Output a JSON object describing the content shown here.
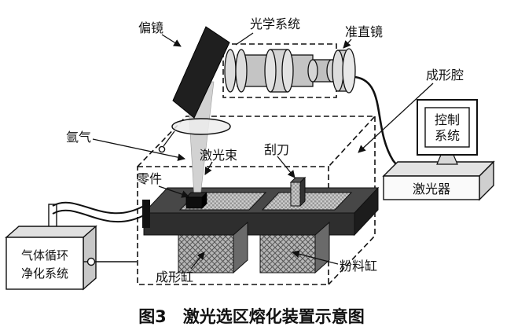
{
  "figure_caption": "图3　激光选区熔化装置示意图",
  "labels": {
    "deflection_mirror": "偏镜",
    "optical_system": "光学系统",
    "collimating_lens": "准直镜",
    "forming_chamber": "成形腔",
    "argon_gas": "氩气",
    "laser_beam": "激光束",
    "part": "零件",
    "scraper": "刮刀",
    "forming_cylinder": "成形缸",
    "powder_cylinder": "粉料缸",
    "laser_device": "激光器",
    "control_system": {
      "line1": "控制",
      "line2": "系统"
    },
    "gas_purification": {
      "line1": "气体循环",
      "line2": "净化系统"
    }
  },
  "colors": {
    "background": "#ffffff",
    "ink": "#111111",
    "beam_gray": "#d2d2d2",
    "metal_gray": "#c4c4c4",
    "platform_dark": "#2e2e2e"
  }
}
